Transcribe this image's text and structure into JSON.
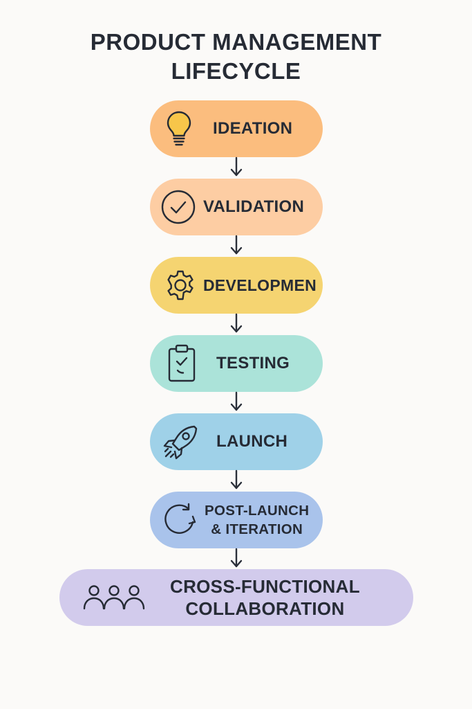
{
  "title": {
    "line1": "PRODUCT MANAGEMENT",
    "line2": "LIFECYCLE"
  },
  "steps": [
    {
      "label": "IDEATION",
      "icon": "lightbulb-icon",
      "color": "#fbbd7e"
    },
    {
      "label": "VALIDATION",
      "icon": "check-circle-icon",
      "color": "#fdcda3"
    },
    {
      "label": "DEVELOPMEN",
      "icon": "gear-icon",
      "color": "#f5d471"
    },
    {
      "label": "TESTING",
      "icon": "clipboard-check-icon",
      "color": "#abe3d9"
    },
    {
      "label": "LAUNCH",
      "icon": "rocket-icon",
      "color": "#9fd1e8"
    },
    {
      "label_line1": "POST-LAUNCH",
      "label_line2": "& ITERATION",
      "icon": "cycle-arrow-icon",
      "color": "#a9c3eb"
    },
    {
      "label_line1": "CROSS-FUNCTIONAL",
      "label_line2": "COLLABORATION",
      "icon": "team-icon",
      "color": "#d2cbec"
    }
  ],
  "colors": {
    "background": "#fbfaf8",
    "text": "#262b35",
    "arrow": "#2a2f39"
  }
}
